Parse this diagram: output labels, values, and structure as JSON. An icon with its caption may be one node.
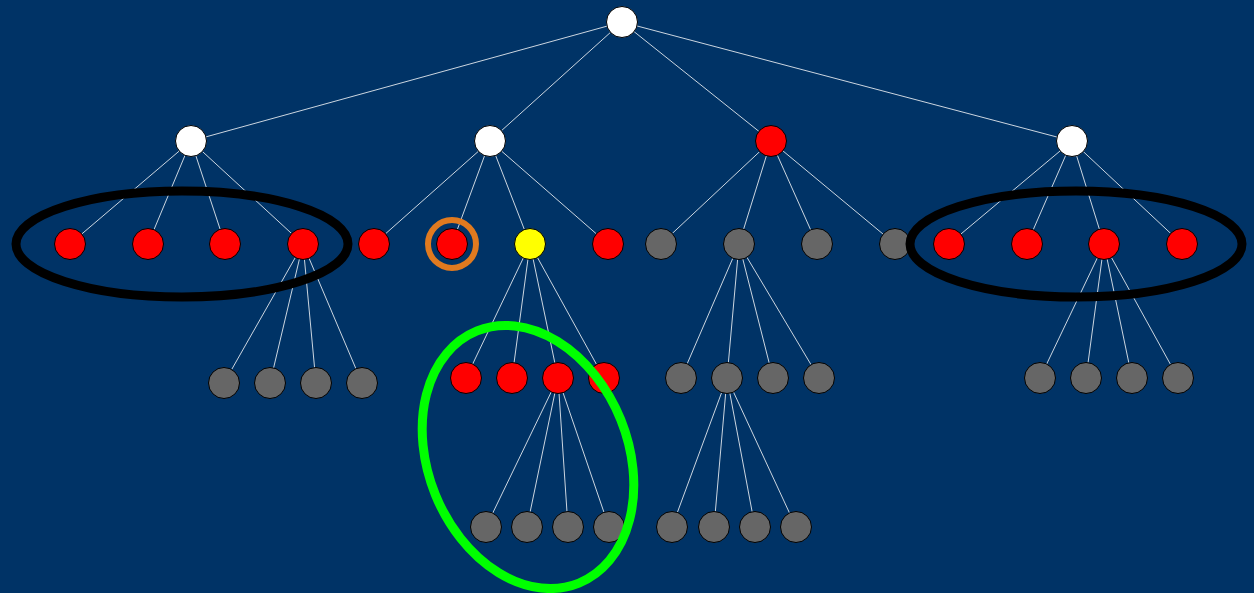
{
  "diagram": {
    "nodes": [
      {
        "text": [],
        "shape": "circle"
      },
      {
        "text": [],
        "shape": "circle"
      },
      {
        "text": [],
        "shape": "circle"
      },
      {
        "text": [],
        "shape": "circle"
      },
      {
        "text": [],
        "shape": "circle"
      },
      {
        "text": [],
        "shape": "circle"
      },
      {
        "text": [],
        "shape": "circle"
      },
      {
        "text": [],
        "shape": "circle"
      },
      {
        "text": [],
        "shape": "circle"
      },
      {
        "text": [],
        "shape": "circle"
      },
      {
        "text": [],
        "shape": "circle"
      },
      {
        "text": [],
        "shape": "circle"
      },
      {
        "text": [],
        "shape": "circle"
      },
      {
        "text": [],
        "shape": "circle"
      },
      {
        "text": [],
        "shape": "circle"
      },
      {
        "text": [],
        "shape": "circle"
      },
      {
        "text": [],
        "shape": "circle"
      },
      {
        "text": [],
        "shape": "circle"
      },
      {
        "text": [],
        "shape": "circle"
      },
      {
        "text": [],
        "shape": "circle"
      },
      {
        "text": [],
        "shape": "circle"
      },
      {
        "text": [],
        "shape": "circle"
      },
      {
        "text": [],
        "shape": "circle"
      },
      {
        "text": [],
        "shape": "circle"
      },
      {
        "text": [],
        "shape": "circle"
      },
      {
        "text": [],
        "shape": "circle"
      },
      {
        "text": [],
        "shape": "circle"
      },
      {
        "text": [],
        "shape": "circle"
      },
      {
        "text": [],
        "shape": "circle"
      },
      {
        "text": [],
        "shape": "circle"
      },
      {
        "text": [],
        "shape": "circle"
      },
      {
        "text": [],
        "shape": "circle"
      },
      {
        "text": [],
        "shape": "circle"
      },
      {
        "text": [],
        "shape": "circle"
      },
      {
        "text": [],
        "shape": "circle"
      },
      {
        "text": [],
        "shape": "circle"
      },
      {
        "text": [],
        "shape": "circle"
      },
      {
        "text": [],
        "shape": "circle"
      },
      {
        "text": [],
        "shape": "circle"
      },
      {
        "text": [],
        "shape": "circle"
      },
      {
        "text": [],
        "shape": "circle"
      },
      {
        "text": [],
        "shape": "circle"
      },
      {
        "text": [],
        "shape": "circle"
      },
      {
        "text": [],
        "shape": "circle"
      },
      {
        "text": [],
        "shape": "circle"
      }
    ],
    "edges": [
      {
        "from": 0,
        "to": 1,
        "arrow": "none"
      },
      {
        "from": 0,
        "to": 2,
        "arrow": "none"
      },
      {
        "from": 0,
        "to": 3,
        "arrow": "none"
      },
      {
        "from": 0,
        "to": 4,
        "arrow": "none"
      },
      {
        "from": 1,
        "to": 5,
        "arrow": "none"
      },
      {
        "from": 1,
        "to": 6,
        "arrow": "none"
      },
      {
        "from": 1,
        "to": 7,
        "arrow": "none"
      },
      {
        "from": 1,
        "to": 8,
        "arrow": "none"
      },
      {
        "from": 2,
        "to": 9,
        "arrow": "none"
      },
      {
        "from": 2,
        "to": 10,
        "arrow": "none"
      },
      {
        "from": 2,
        "to": 11,
        "arrow": "none"
      },
      {
        "from": 2,
        "to": 12,
        "arrow": "none"
      },
      {
        "from": 3,
        "to": 13,
        "arrow": "none"
      },
      {
        "from": 3,
        "to": 14,
        "arrow": "none"
      },
      {
        "from": 3,
        "to": 15,
        "arrow": "none"
      },
      {
        "from": 3,
        "to": 16,
        "arrow": "none"
      },
      {
        "from": 4,
        "to": 17,
        "arrow": "none"
      },
      {
        "from": 4,
        "to": 18,
        "arrow": "none"
      },
      {
        "from": 4,
        "to": 19,
        "arrow": "none"
      },
      {
        "from": 4,
        "to": 20,
        "arrow": "none"
      },
      {
        "from": 8,
        "to": 21,
        "arrow": "none"
      },
      {
        "from": 8,
        "to": 22,
        "arrow": "none"
      },
      {
        "from": 8,
        "to": 23,
        "arrow": "none"
      },
      {
        "from": 8,
        "to": 24,
        "arrow": "none"
      },
      {
        "from": 11,
        "to": 25,
        "arrow": "none"
      },
      {
        "from": 11,
        "to": 26,
        "arrow": "none"
      },
      {
        "from": 11,
        "to": 27,
        "arrow": "none"
      },
      {
        "from": 11,
        "to": 28,
        "arrow": "none"
      },
      {
        "from": 14,
        "to": 29,
        "arrow": "none"
      },
      {
        "from": 14,
        "to": 30,
        "arrow": "none"
      },
      {
        "from": 14,
        "to": 31,
        "arrow": "none"
      },
      {
        "from": 14,
        "to": 32,
        "arrow": "none"
      },
      {
        "from": 19,
        "to": 33,
        "arrow": "none"
      },
      {
        "from": 19,
        "to": 34,
        "arrow": "none"
      },
      {
        "from": 19,
        "to": 35,
        "arrow": "none"
      },
      {
        "from": 19,
        "to": 36,
        "arrow": "none"
      },
      {
        "from": 27,
        "to": 37,
        "arrow": "none"
      },
      {
        "from": 27,
        "to": 38,
        "arrow": "none"
      },
      {
        "from": 27,
        "to": 39,
        "arrow": "none"
      },
      {
        "from": 27,
        "to": 40,
        "arrow": "none"
      },
      {
        "from": 30,
        "to": 41,
        "arrow": "none"
      },
      {
        "from": 30,
        "to": 42,
        "arrow": "none"
      },
      {
        "from": 30,
        "to": 43,
        "arrow": "none"
      },
      {
        "from": 30,
        "to": 44,
        "arrow": "none"
      }
    ]
  }
}
